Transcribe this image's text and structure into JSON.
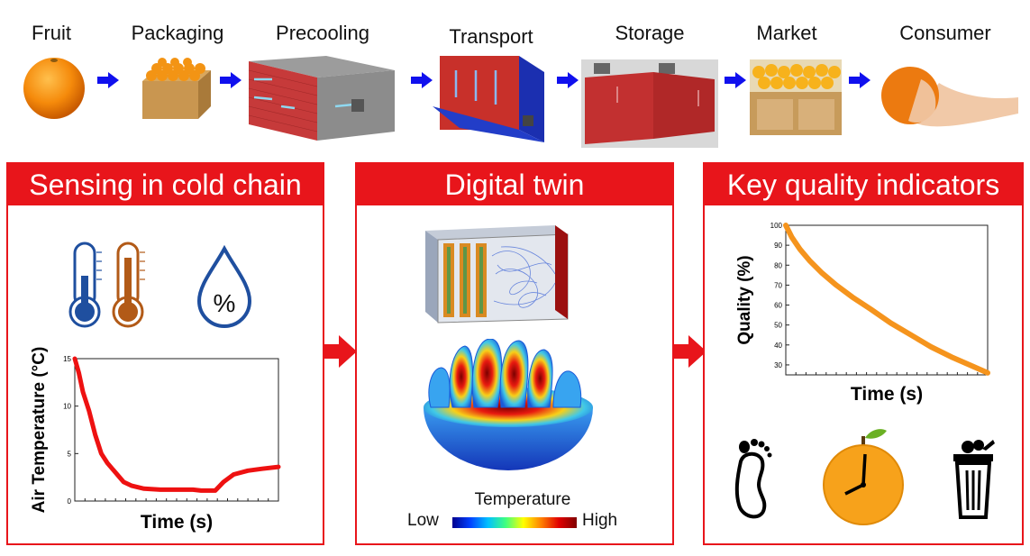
{
  "supply_chain": {
    "stages": [
      {
        "label": "Fruit",
        "icon": "orange-fruit-icon"
      },
      {
        "label": "Packaging",
        "icon": "packed-box-icon"
      },
      {
        "label": "Precooling",
        "icon": "pallet-precooling-icon"
      },
      {
        "label": "Transport",
        "icon": "reefer-container-icon"
      },
      {
        "label": "Storage",
        "icon": "cold-storage-icon"
      },
      {
        "label": "Market",
        "icon": "market-display-icon"
      },
      {
        "label": "Consumer",
        "icon": "hand-orange-icon"
      }
    ]
  },
  "panels": {
    "sensing": {
      "title": "Sensing in cold chain",
      "icons": [
        "thermometer-icon",
        "humidity-drop-icon"
      ],
      "humidity_symbol": "%"
    },
    "twin": {
      "title": "Digital twin",
      "legend_title": "Temperature",
      "legend_low": "Low",
      "legend_high": "High"
    },
    "quality": {
      "title": "Key quality indicators",
      "icons": [
        "footprint-icon",
        "orange-clock-icon",
        "food-waste-bin-icon"
      ]
    }
  },
  "colors": {
    "panel_red": "#e8151b",
    "flow_arrow_blue": "#1010ee",
    "temperature_series": "#ee1111",
    "quality_series": "#f5941d",
    "orange": "#f7a21b"
  },
  "chart_data": [
    {
      "type": "line",
      "xlabel": "Time (s)",
      "ylabel": "Air Temperature (°C)",
      "ylim": [
        0,
        15
      ],
      "yticks": [
        0,
        5,
        10,
        15
      ],
      "x": [
        0,
        0.02,
        0.04,
        0.07,
        0.1,
        0.13,
        0.16,
        0.2,
        0.24,
        0.28,
        0.34,
        0.42,
        0.5,
        0.58,
        0.62,
        0.65,
        0.69,
        0.73,
        0.78,
        0.85,
        0.92,
        1.0
      ],
      "series": [
        {
          "values": [
            15,
            13.5,
            11.5,
            9.5,
            7.0,
            5.0,
            4.0,
            3.0,
            2.0,
            1.6,
            1.3,
            1.2,
            1.2,
            1.2,
            1.1,
            1.1,
            1.1,
            2.0,
            2.8,
            3.2,
            3.4,
            3.6
          ]
        }
      ]
    },
    {
      "type": "line",
      "xlabel": "Time (s)",
      "ylabel": "Quality (%)",
      "ylim": [
        25,
        100
      ],
      "yticks": [
        30,
        40,
        50,
        60,
        70,
        80,
        90,
        100
      ],
      "x": [
        0,
        0.03,
        0.07,
        0.12,
        0.18,
        0.25,
        0.33,
        0.42,
        0.52,
        0.62,
        0.72,
        0.82,
        0.91,
        1.0
      ],
      "series": [
        {
          "values": [
            100,
            94,
            88,
            82,
            76,
            70,
            64,
            58,
            51,
            45,
            39,
            34,
            30,
            26
          ]
        }
      ]
    }
  ]
}
